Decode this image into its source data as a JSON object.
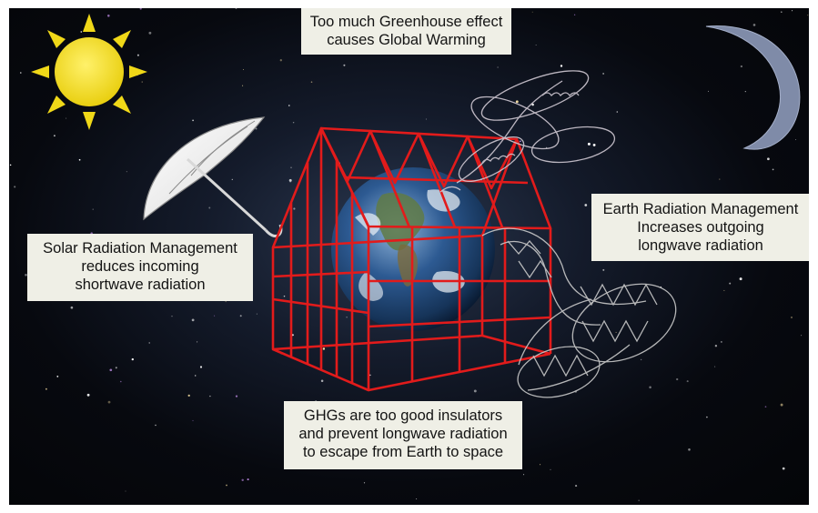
{
  "labels": {
    "top": [
      "Too much Greenhouse effect",
      "causes Global Warming"
    ],
    "srm": [
      "Solar Radiation Management",
      "reduces incoming",
      "shortwave radiation"
    ],
    "erm": [
      "Earth Radiation Management",
      "Increases outgoing",
      "longwave radiation"
    ],
    "ghg": [
      "GHGs are too good insulators",
      "and prevent longwave radiation",
      "to escape from Earth to space"
    ]
  },
  "icons": [
    "sun-icon",
    "moon-icon",
    "umbrella-icon",
    "earth-icon",
    "greenhouse-frame-icon",
    "coil-icon",
    "mesh-tube-icon"
  ],
  "colors": {
    "background": "#05070c",
    "greenhouse": "#e21b1b",
    "sun": "#f2dc16",
    "moon": "#8b97b3",
    "label_bg": "#efefe6"
  }
}
